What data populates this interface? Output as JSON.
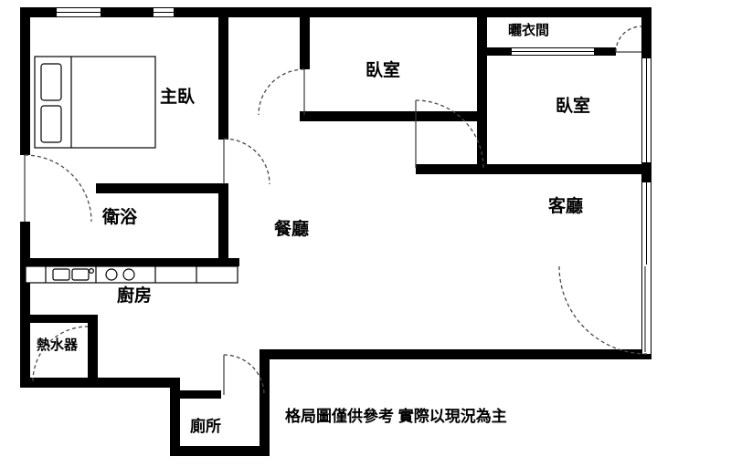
{
  "title": "apartment-floor-plan",
  "colors": {
    "wall": "#000000",
    "background": "#ffffff",
    "label_text": "#000000",
    "disclaimer_text": "#2e2e38"
  },
  "rooms": {
    "master_bedroom": "主臥",
    "bedroom_top": "臥室",
    "drying_room": "曬衣間",
    "bedroom_right": "臥室",
    "living_room": "客廳",
    "bathroom": "衛浴",
    "dining_room": "餐廳",
    "kitchen": "廚房",
    "water_heater": "熱水器",
    "toilet": "廁所"
  },
  "disclaimer": "格局圖僅供參考 實際以現況為主",
  "fixtures": [
    "double-bed-icon",
    "double-sink-icon",
    "stove-burners-icon",
    "door-swing-icon",
    "window-icon"
  ]
}
